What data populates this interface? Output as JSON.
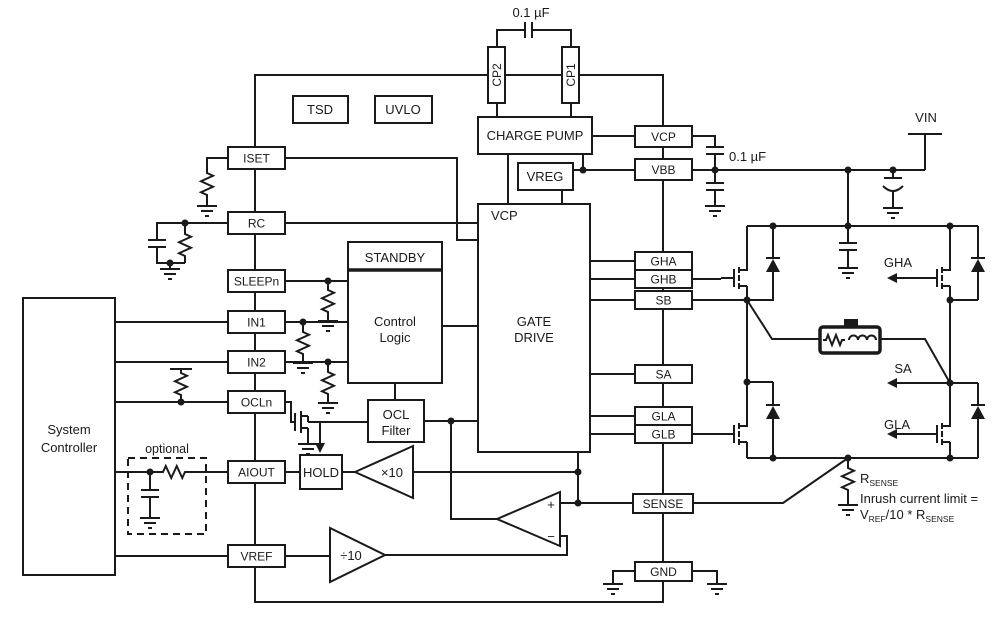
{
  "colors": {
    "line": "#1a1a1a",
    "background": "#ffffff"
  },
  "pins": {
    "top": [
      "CP2",
      "CP1"
    ],
    "left": [
      "ISET",
      "RC",
      "SLEEPn",
      "IN1",
      "IN2",
      "OCLn",
      "AIOUT",
      "VREF"
    ],
    "right": [
      "VCP",
      "VBB",
      "GHA",
      "GHB",
      "SB",
      "SA",
      "GLA",
      "GLB",
      "SENSE",
      "GND"
    ]
  },
  "ic_blocks": {
    "tsd": "TSD",
    "uvlo": "UVLO",
    "charge_pump": "CHARGE PUMP",
    "vreg": "VREG",
    "standby": "STANDBY",
    "control_line1": "Control",
    "control_line2": "Logic",
    "ocl_line1": "OCL",
    "ocl_line2": "Filter",
    "gate_line1": "GATE",
    "gate_line2": "DRIVE",
    "gate_vcp": "VCP",
    "hold": "HOLD"
  },
  "amps": {
    "x10": "×10",
    "div10": "÷10",
    "plus": "+",
    "minus": "−"
  },
  "external": {
    "vin": "VIN",
    "top_cap": "0.1 µF",
    "vbb_cap": "0.1 µF",
    "optional": "optional",
    "system_controller_line1": "System",
    "system_controller_line2": "Controller",
    "bridge_labels": {
      "gha": "GHA",
      "sa": "SA",
      "gla": "GLA"
    },
    "rsense": {
      "base": "R",
      "sub": "SENSE"
    },
    "inrush": {
      "line1": "Inrush current limit =",
      "v": "V",
      "v_sub": "REF",
      "mid": "/10 * R",
      "r_sub": "SENSE"
    }
  }
}
